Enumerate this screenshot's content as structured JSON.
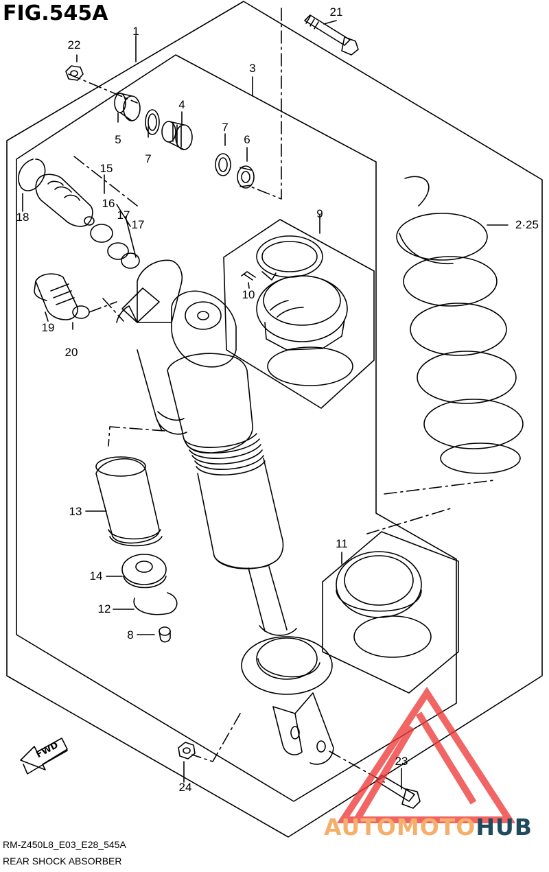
{
  "figure": {
    "title": "FIG.545A",
    "code": "RM-Z450L8_E03_E28_545A",
    "caption": "REAR SHOCK ABSORBER"
  },
  "callouts": [
    {
      "id": "c1",
      "label": "1"
    },
    {
      "id": "c21",
      "label": "21"
    },
    {
      "id": "c22",
      "label": "22"
    },
    {
      "id": "c3",
      "label": "3"
    },
    {
      "id": "c4",
      "label": "4"
    },
    {
      "id": "c5",
      "label": "5"
    },
    {
      "id": "c7a",
      "label": "7"
    },
    {
      "id": "c7b",
      "label": "7"
    },
    {
      "id": "c6",
      "label": "6"
    },
    {
      "id": "c15",
      "label": "15"
    },
    {
      "id": "c16",
      "label": "16"
    },
    {
      "id": "c17a",
      "label": "17"
    },
    {
      "id": "c17b",
      "label": "17"
    },
    {
      "id": "c18",
      "label": "18"
    },
    {
      "id": "c9",
      "label": "9"
    },
    {
      "id": "c10",
      "label": "10"
    },
    {
      "id": "c225",
      "label": "2·25"
    },
    {
      "id": "c19",
      "label": "19"
    },
    {
      "id": "c20",
      "label": "20"
    },
    {
      "id": "c13",
      "label": "13"
    },
    {
      "id": "c11",
      "label": "11"
    },
    {
      "id": "c14",
      "label": "14"
    },
    {
      "id": "c12",
      "label": "12"
    },
    {
      "id": "c8",
      "label": "8"
    },
    {
      "id": "c23",
      "label": "23"
    },
    {
      "id": "c24",
      "label": "24"
    }
  ],
  "direction_tag": "FWD",
  "watermark": {
    "part1": "AUTOMOTO",
    "part2": "HUB"
  },
  "colors": {
    "line": "#000000",
    "watermark_red": "#ee3a3a",
    "watermark_orange": "#f4b06a",
    "watermark_navy": "#1e4a5e"
  }
}
